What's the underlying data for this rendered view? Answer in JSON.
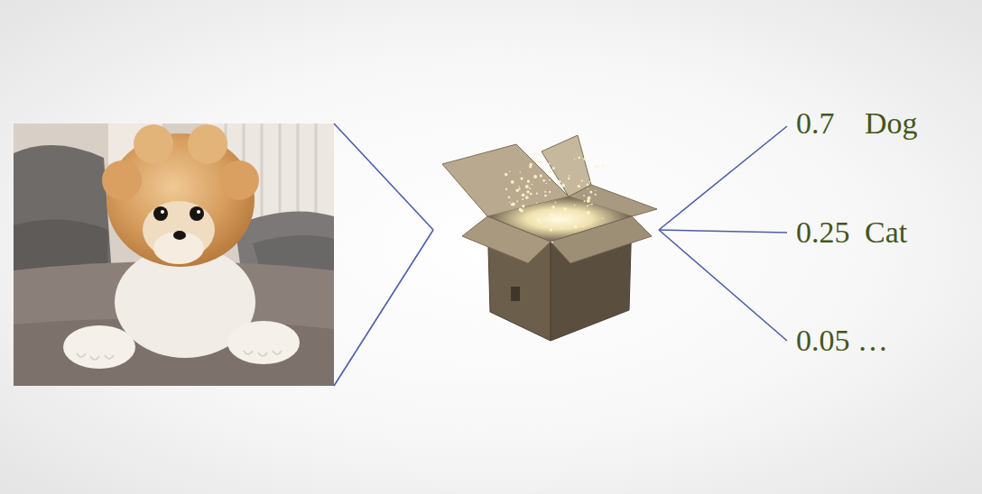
{
  "diagram": {
    "labels": [
      "0.7",
      "Dog",
      "0.25",
      "Cat",
      "0.05 …"
    ]
  }
}
